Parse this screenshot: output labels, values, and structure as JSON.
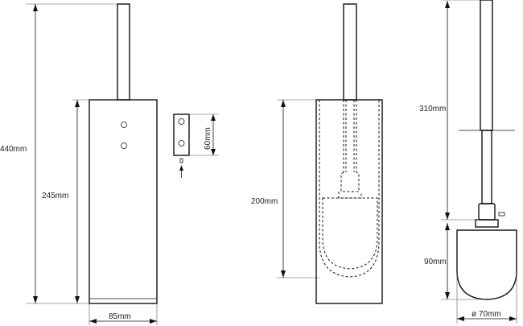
{
  "dimensions": {
    "total_height": "440mm",
    "holder_height": "245mm",
    "holder_width": "85mm",
    "bracket_height": "60mm",
    "inner_height": "200mm",
    "handle_length": "310mm",
    "head_height": "90mm",
    "head_diameter": "ø 70mm"
  }
}
